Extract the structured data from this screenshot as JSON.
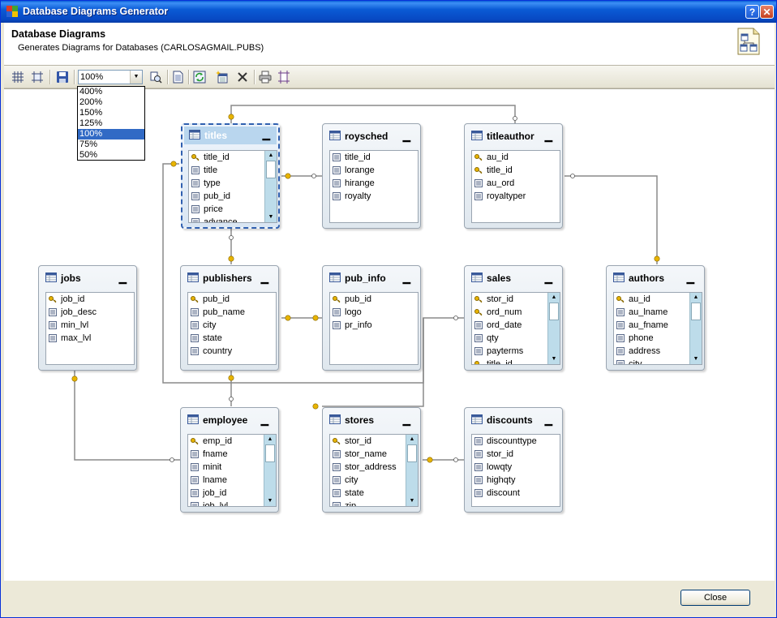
{
  "window": {
    "title": "Database Diagrams Generator",
    "help_label": "?",
    "close_label": "✕"
  },
  "header": {
    "title": "Database Diagrams",
    "subtitle": "Generates Diagrams for Databases (CARLOSAGMAIL.PUBS)"
  },
  "toolbar": {
    "zoom": {
      "value": "100%",
      "options": [
        "400%",
        "200%",
        "150%",
        "125%",
        "100%",
        "75%",
        "50%"
      ],
      "selected_index": 4
    },
    "tools": [
      "grid-icon",
      "autolayout-icon",
      "save-icon",
      "zoom-to-fit-icon",
      "page-icon",
      "refresh-icon",
      "add-table-icon",
      "delete-icon",
      "print-icon",
      "page-layout-icon"
    ]
  },
  "diagram": {
    "tables": [
      {
        "name": "titles",
        "selected": true,
        "scroll": true,
        "columns": [
          {
            "name": "title_id",
            "key": true
          },
          {
            "name": "title"
          },
          {
            "name": "type"
          },
          {
            "name": "pub_id"
          },
          {
            "name": "price"
          },
          {
            "name": "advance"
          }
        ]
      },
      {
        "name": "roysched",
        "columns": [
          {
            "name": "title_id"
          },
          {
            "name": "lorange"
          },
          {
            "name": "hirange"
          },
          {
            "name": "royalty"
          }
        ]
      },
      {
        "name": "titleauthor",
        "columns": [
          {
            "name": "au_id",
            "key": true
          },
          {
            "name": "title_id",
            "key": true
          },
          {
            "name": "au_ord"
          },
          {
            "name": "royaltyper"
          }
        ]
      },
      {
        "name": "jobs",
        "columns": [
          {
            "name": "job_id",
            "key": true
          },
          {
            "name": "job_desc"
          },
          {
            "name": "min_lvl"
          },
          {
            "name": "max_lvl"
          }
        ]
      },
      {
        "name": "publishers",
        "columns": [
          {
            "name": "pub_id",
            "key": true
          },
          {
            "name": "pub_name"
          },
          {
            "name": "city"
          },
          {
            "name": "state"
          },
          {
            "name": "country"
          }
        ]
      },
      {
        "name": "pub_info",
        "columns": [
          {
            "name": "pub_id",
            "key": true
          },
          {
            "name": "logo"
          },
          {
            "name": "pr_info"
          }
        ]
      },
      {
        "name": "sales",
        "scroll": true,
        "columns": [
          {
            "name": "stor_id",
            "key": true
          },
          {
            "name": "ord_num",
            "key": true
          },
          {
            "name": "ord_date"
          },
          {
            "name": "qty"
          },
          {
            "name": "payterms"
          },
          {
            "name": "title_id",
            "key": true
          }
        ]
      },
      {
        "name": "authors",
        "scroll": true,
        "columns": [
          {
            "name": "au_id",
            "key": true
          },
          {
            "name": "au_lname"
          },
          {
            "name": "au_fname"
          },
          {
            "name": "phone"
          },
          {
            "name": "address"
          },
          {
            "name": "city"
          }
        ]
      },
      {
        "name": "employee",
        "scroll": true,
        "columns": [
          {
            "name": "emp_id",
            "key": true
          },
          {
            "name": "fname"
          },
          {
            "name": "minit"
          },
          {
            "name": "lname"
          },
          {
            "name": "job_id"
          },
          {
            "name": "job_lvl"
          }
        ]
      },
      {
        "name": "stores",
        "scroll": true,
        "columns": [
          {
            "name": "stor_id",
            "key": true
          },
          {
            "name": "stor_name"
          },
          {
            "name": "stor_address"
          },
          {
            "name": "city"
          },
          {
            "name": "state"
          },
          {
            "name": "zip"
          }
        ]
      },
      {
        "name": "discounts",
        "columns": [
          {
            "name": "discounttype"
          },
          {
            "name": "stor_id"
          },
          {
            "name": "lowqty"
          },
          {
            "name": "highqty"
          },
          {
            "name": "discount"
          }
        ]
      }
    ]
  },
  "footer": {
    "close_label": "Close"
  },
  "colors": {
    "titlebar": "#0a5ad5",
    "selected_header": "#b9d6ee",
    "selection": "#316ac5",
    "key_icon": "#e8b400",
    "connector": "#8a8a8a"
  }
}
